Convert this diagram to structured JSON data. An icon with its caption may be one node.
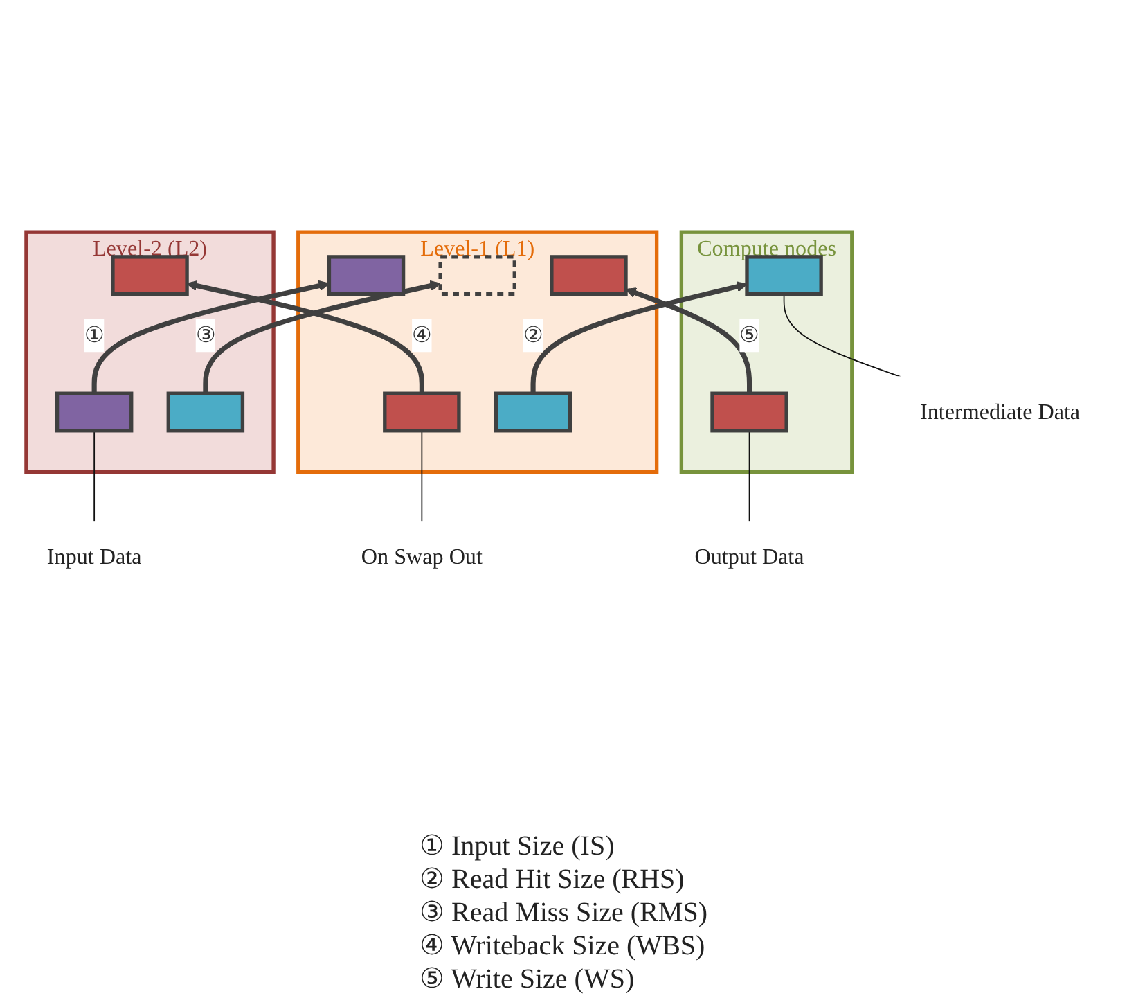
{
  "diagram": {
    "nodes": [
      {
        "text": [
          "Intermediate Data"
        ]
      },
      {
        "text": [
          "Output Data"
        ]
      },
      {
        "text": [
          "Compute nodes"
        ]
      },
      {
        "text": [],
        "shape": "box",
        "in": 2
      },
      {
        "text": [],
        "shape": "box",
        "in": 2
      },
      {
        "text": [
          "On Swap Out"
        ]
      },
      {
        "text": [
          "Level-1 (L1)"
        ]
      },
      {
        "text": [],
        "shape": "box",
        "in": 6
      },
      {
        "text": [],
        "shape": "box",
        "in": 6
      },
      {
        "text": [],
        "shape": "box",
        "in": 6
      },
      {
        "text": [],
        "shape": "box",
        "in": 6
      },
      {
        "text": [],
        "shape": "box",
        "in": 6
      },
      {
        "text": [
          "Level-2 (L2)"
        ]
      },
      {
        "text": [],
        "shape": "box",
        "in": 12
      },
      {
        "text": [],
        "shape": "box",
        "in": 12
      },
      {
        "text": [],
        "shape": "box",
        "in": 12
      },
      {
        "text": [
          "Input Data"
        ]
      }
    ],
    "edges": [
      {
        "from": 13,
        "to": 7,
        "arrow": "to",
        "label": "①"
      },
      {
        "from": 8,
        "to": 3,
        "arrow": "to",
        "label": "②"
      },
      {
        "from": 14,
        "to": 9,
        "arrow": "to",
        "label": "③"
      },
      {
        "from": 11,
        "to": 15,
        "arrow": "to",
        "label": "④"
      },
      {
        "from": 4,
        "to": 10,
        "arrow": "to",
        "label": "⑤"
      },
      {
        "from": 0,
        "to": 3,
        "arrow": "none"
      },
      {
        "from": 1,
        "to": 4,
        "arrow": "none"
      },
      {
        "from": 5,
        "to": 11,
        "arrow": "none"
      },
      {
        "from": 16,
        "to": 13,
        "arrow": "none"
      }
    ],
    "labels": [
      "① Input Size (IS)",
      "② Read Hit Size (RHS)",
      "③ Read Miss Size (RMS)",
      "④ Writeback Size (WBS)",
      "⑤ Write Size (WS)"
    ]
  }
}
